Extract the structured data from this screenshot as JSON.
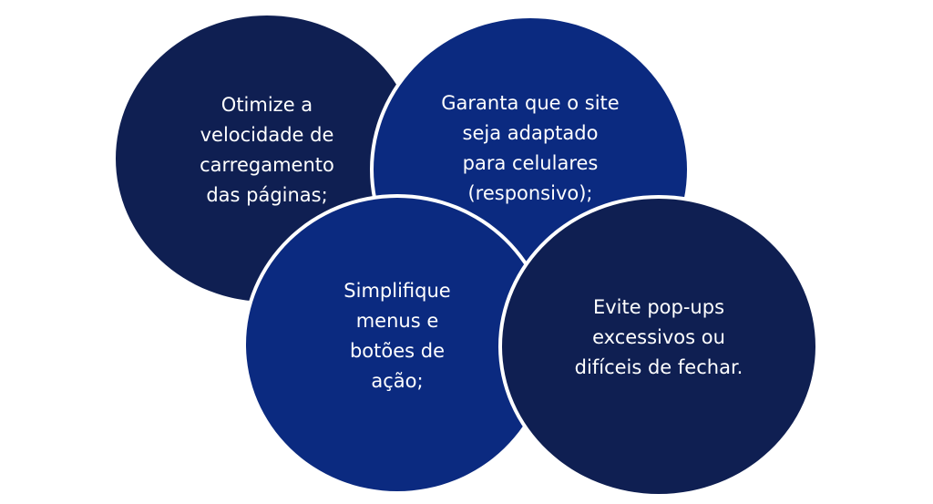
{
  "diagram": {
    "circles": [
      {
        "lines": [
          "Otimize a",
          "velocidade de",
          "carregamento",
          "das páginas;"
        ],
        "color": "#0f1f52"
      },
      {
        "lines": [
          "Garanta que o site",
          "seja adaptado",
          "para celulares",
          "(responsivo);"
        ],
        "color": "#0b2a80"
      },
      {
        "lines": [
          "Simplifique",
          "menus e",
          "botões de",
          "ação;"
        ],
        "color": "#0b2a80"
      },
      {
        "lines": [
          "Evite pop-ups",
          "excessivos ou",
          "difíceis de fechar."
        ],
        "color": "#0f1f52"
      }
    ],
    "text_color": "#ffffff",
    "border_color": "#ffffff"
  }
}
